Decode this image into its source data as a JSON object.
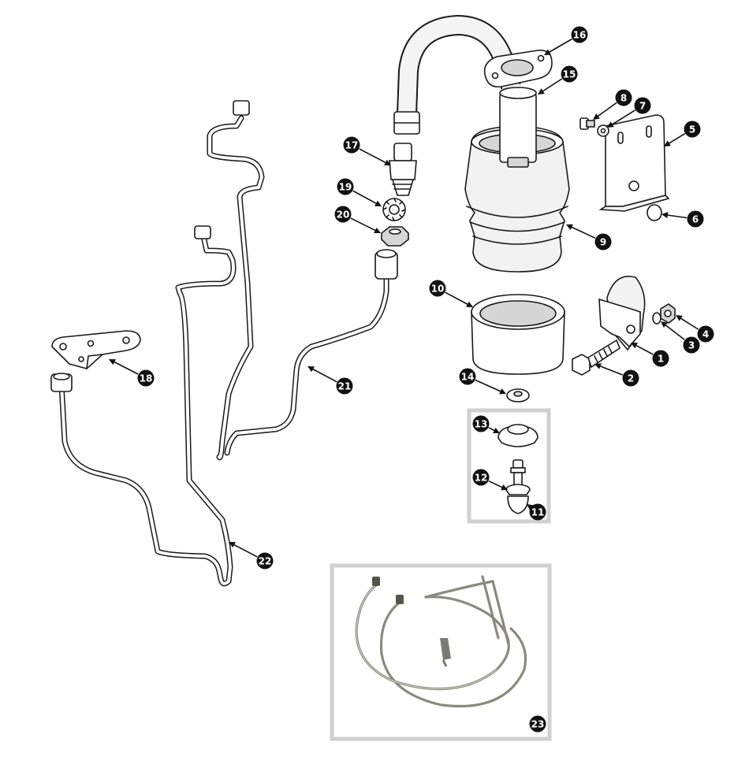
{
  "callouts": [
    {
      "id": "1",
      "label": "1"
    },
    {
      "id": "2",
      "label": "2"
    },
    {
      "id": "3",
      "label": "3"
    },
    {
      "id": "4",
      "label": "4"
    },
    {
      "id": "5",
      "label": "5"
    },
    {
      "id": "6",
      "label": "6"
    },
    {
      "id": "7",
      "label": "7"
    },
    {
      "id": "8",
      "label": "8"
    },
    {
      "id": "9",
      "label": "9"
    },
    {
      "id": "10",
      "label": "10"
    },
    {
      "id": "11",
      "label": "11"
    },
    {
      "id": "12",
      "label": "12"
    },
    {
      "id": "13",
      "label": "13"
    },
    {
      "id": "14",
      "label": "14"
    },
    {
      "id": "15",
      "label": "15"
    },
    {
      "id": "16",
      "label": "16"
    },
    {
      "id": "17",
      "label": "17"
    },
    {
      "id": "18",
      "label": "18"
    },
    {
      "id": "19",
      "label": "19"
    },
    {
      "id": "20",
      "label": "20"
    },
    {
      "id": "21",
      "label": "21"
    },
    {
      "id": "22",
      "label": "22"
    },
    {
      "id": "23",
      "label": "23"
    }
  ],
  "colors": {
    "ink": "#111111",
    "kit_border": "#d0d0d0",
    "kit_tube": "#8a8a7e"
  }
}
